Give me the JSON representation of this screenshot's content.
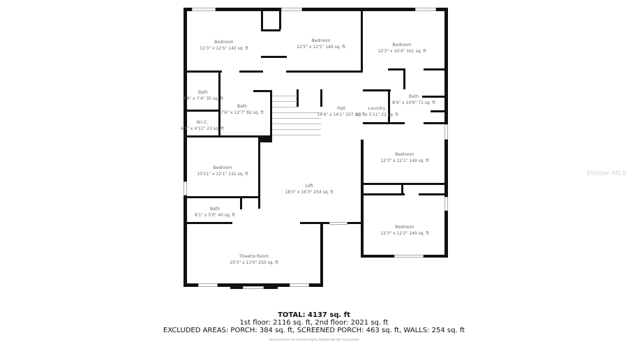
{
  "rooms": [
    {
      "name": "Bedroom",
      "dims": "11'3\" x 12'5\" 140 sq. ft"
    },
    {
      "name": "Bedroom",
      "dims": "12'5\" x 12'5\" 149 sq. ft"
    },
    {
      "name": "Bedroom",
      "dims": "12'3\" x 16'4\" 161 sq. ft"
    },
    {
      "name": "Bath",
      "dims": "4'9\" x 7'4\" 35 sq. ft"
    },
    {
      "name": "Bath",
      "dims": "7'6\" x 12'7\" 82 sq. ft"
    },
    {
      "name": "W.I.C.",
      "dims": "4'9\" x 4'11\" 23 sq. ft"
    },
    {
      "name": "Hall",
      "dims": "14'9\" x 14'1\" 207 sq. ft"
    },
    {
      "name": "Laundry",
      "dims": "3'5\" x 5'11\" 22 sq. ft"
    },
    {
      "name": "Bath",
      "dims": "8'4\" x 10'6\" 71 sq. ft"
    },
    {
      "name": "Bedroom",
      "dims": "10'11\" x 12'1\" 132 sq. ft"
    },
    {
      "name": "Loft",
      "dims": "18'0\" x 16'3\" 254 sq. ft"
    },
    {
      "name": "Bedroom",
      "dims": "12'3\" x 12'1\" 149 sq. ft"
    },
    {
      "name": "Bath",
      "dims": "8'1\" x 5'0\" 40 sq. ft"
    },
    {
      "name": "Bedroom",
      "dims": "12'3\" x 12'2\" 149 sq. ft"
    },
    {
      "name": "Theatre Room",
      "dims": "20'3\" x 13'0\" 250 sq. ft"
    }
  ],
  "summary": {
    "total": "TOTAL: 4137 sq. ft",
    "floors": "1st floor: 2116 sq. ft, 2nd floor: 2021 sq. ft",
    "excluded": "EXCLUDED AREAS: PORCH: 384 sq. ft, SCREENED PORCH: 463 sq. ft, WALLS: 254 sq. ft",
    "disclaimer": "Measurements Are Deemed Highly Reliable But Not Guaranteed"
  },
  "watermark": "Stellar MLS"
}
